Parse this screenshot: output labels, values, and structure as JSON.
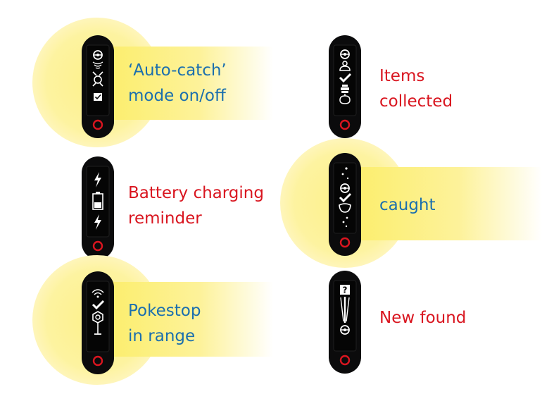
{
  "colors": {
    "caption_blue": "#1b6fae",
    "caption_red": "#d9151f",
    "device_body": "#0b0b0c",
    "screen": "#050505",
    "icon": "#ffffff",
    "button_ring": "#d9151f",
    "highlight": "#fcee6e"
  },
  "panels": [
    {
      "id": "auto-catch",
      "lines": [
        "‘Auto-catch’",
        "mode on/off"
      ],
      "caption_color": "blue",
      "highlighted": true,
      "icons": [
        "pokeball-icon",
        "signal-waves-icon",
        "pokemon-icon",
        "checkbox-icon"
      ]
    },
    {
      "id": "items",
      "lines": [
        "Items",
        "collected"
      ],
      "caption_color": "red",
      "highlighted": false,
      "icons": [
        "pokeball-icon",
        "item-icon",
        "checkmark-icon",
        "potion-icon",
        "berry-icon"
      ]
    },
    {
      "id": "battery",
      "lines": [
        "Battery charging",
        "reminder"
      ],
      "caption_color": "red",
      "highlighted": false,
      "icons": [
        "lightning-icon",
        "battery-icon",
        "lightning-icon"
      ]
    },
    {
      "id": "caught",
      "lines": [
        "caught"
      ],
      "caption_color": "blue",
      "highlighted": true,
      "icons": [
        "sparkle-icon",
        "pokeball-icon",
        "checkmark-icon",
        "pokemon-icon",
        "sparkle-icon"
      ]
    },
    {
      "id": "pokestop",
      "lines": [
        "Pokestop",
        "in range"
      ],
      "caption_color": "blue",
      "highlighted": true,
      "icons": [
        "wifi-signal-icon",
        "checkmark-icon",
        "pokestop-icon"
      ]
    },
    {
      "id": "new-found",
      "lines": [
        "New found"
      ],
      "caption_color": "red",
      "highlighted": false,
      "icons": [
        "question-box-icon",
        "beam-icon",
        "pokeball-icon"
      ]
    }
  ]
}
